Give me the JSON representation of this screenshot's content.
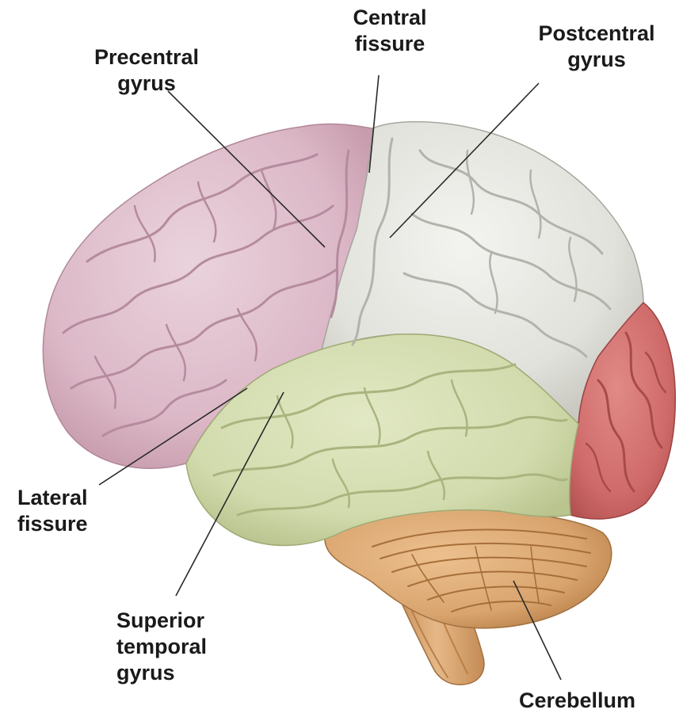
{
  "labels": {
    "central_fissure": "Central\nfissure",
    "precentral_gyrus": "Precentral\ngyrus",
    "postcentral_gyrus": "Postcentral\ngyrus",
    "lateral_fissure": "Lateral\nfissure",
    "superior_temporal_gyrus": "Superior\ntemporal\ngyrus",
    "cerebellum": "Cerebellum"
  },
  "colors": {
    "frontal_region": "#dcb8c7",
    "parietal_region": "#e4e4e0",
    "temporal_region": "#d3dcaf",
    "occipital_region": "#cf6a6a",
    "cerebellum": "#d9a46e",
    "brainstem": "#d6a16a",
    "leader_lines": "#2a2a2a",
    "label_text": "#1a1a1a"
  }
}
